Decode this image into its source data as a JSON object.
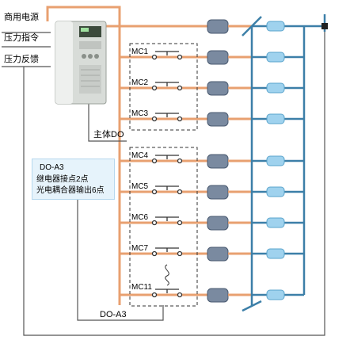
{
  "signals": {
    "power": "商用电源",
    "pressure_cmd": "压力指令",
    "pressure_fb": "压力反馈"
  },
  "contactors": [
    "MC1",
    "MC2",
    "MC3",
    "MC4",
    "MC5",
    "MC6",
    "MC7",
    "MC11"
  ],
  "main_do_label": "主体DO",
  "doa3_box": {
    "title": "DO-A3",
    "line1": "继电器接点2点",
    "line2": "光电耦合器输出6点"
  },
  "doa3_bottom_label": "DO-A3",
  "colors": {
    "power_line": "#e8a070",
    "bus_line": "#3c7fa8",
    "signal_line": "#555555",
    "drive_body": "#d8dcd8",
    "motor": "#7a8aa0",
    "pump": "#9fd2ee"
  }
}
